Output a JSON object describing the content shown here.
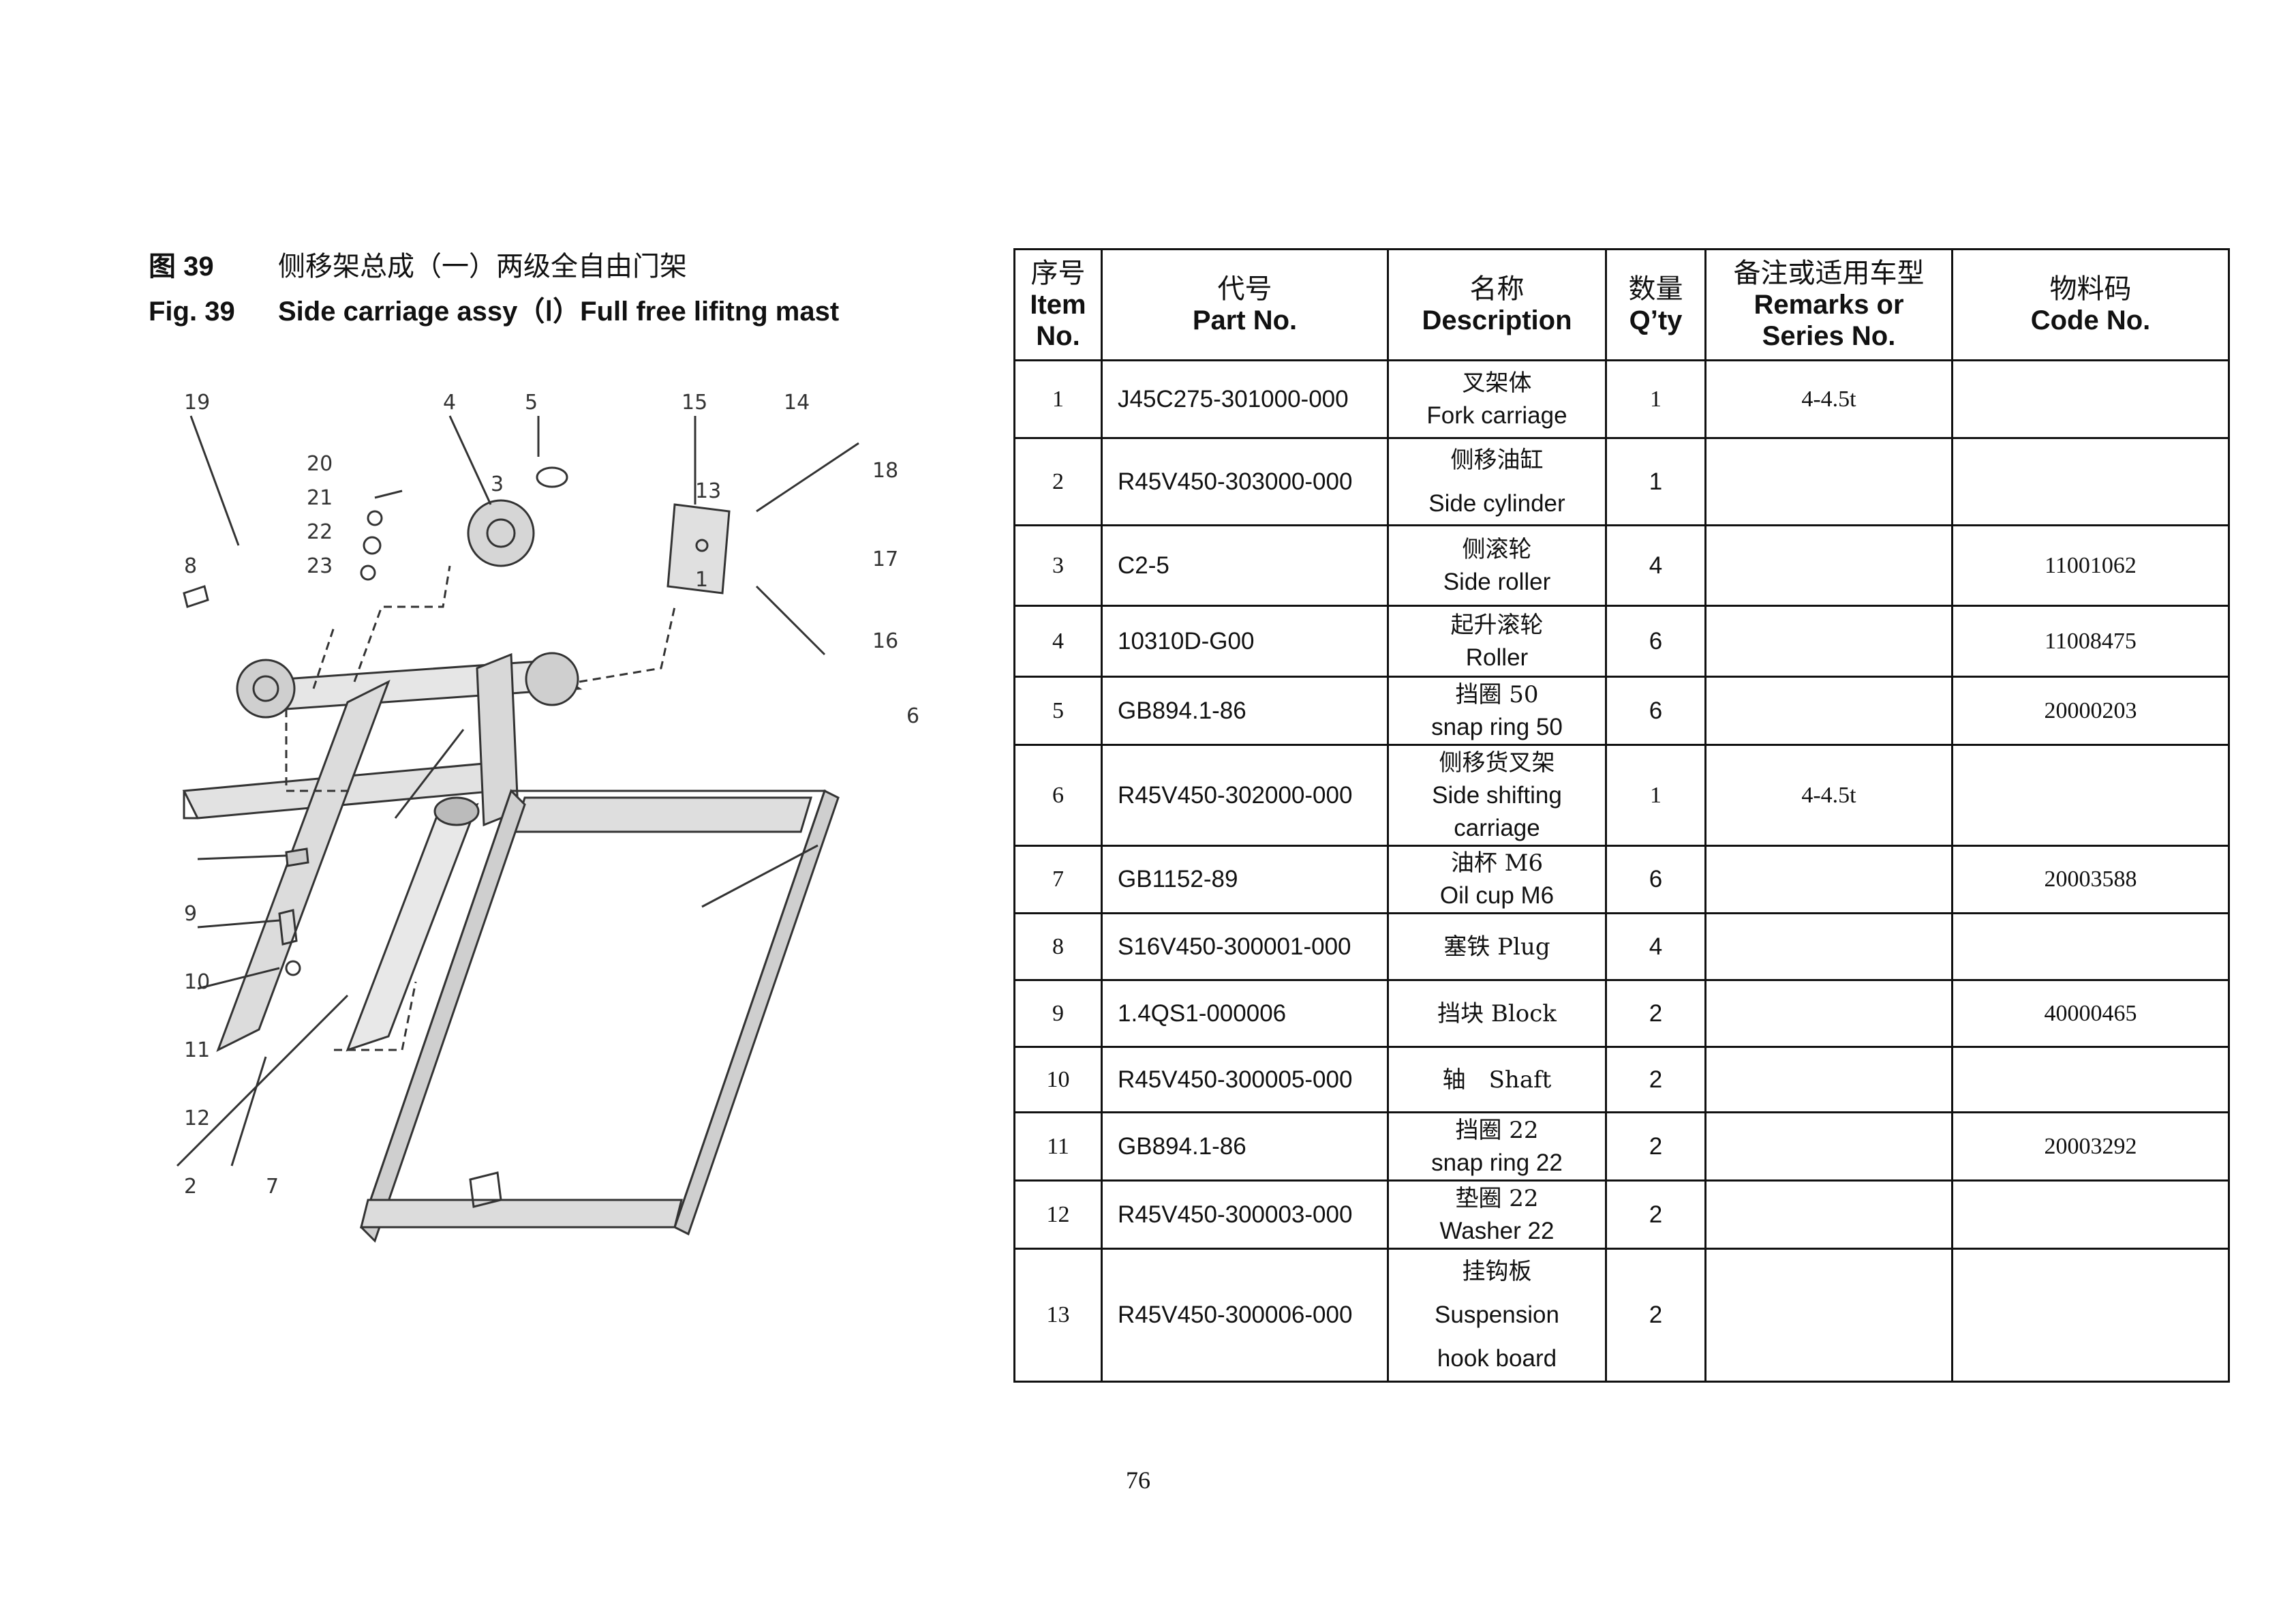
{
  "figure": {
    "cn_label": "图 39",
    "cn_title": "侧移架总成（一）两级全自由门架",
    "en_label": "Fig. 39",
    "en_title": "Side carriage assy（Ⅰ）Full free lifitng mast",
    "callouts": [
      "19",
      "4",
      "5",
      "15",
      "14",
      "20",
      "21",
      "22",
      "23",
      "3",
      "13",
      "18",
      "8",
      "17",
      "16",
      "1",
      "6",
      "9",
      "10",
      "11",
      "12",
      "2",
      "7"
    ]
  },
  "table": {
    "headers": [
      {
        "cn": "序号",
        "en1": "Item",
        "en2": "No."
      },
      {
        "cn": "代号",
        "en1": "Part No.",
        "en2": ""
      },
      {
        "cn": "名称",
        "en1": "Description",
        "en2": ""
      },
      {
        "cn": "数量",
        "en1": "Q’ty",
        "en2": ""
      },
      {
        "cn": "备注或适用车型",
        "en1": "Remarks or",
        "en2": "Series No."
      },
      {
        "cn": "物料码",
        "en1": "Code No.",
        "en2": ""
      }
    ],
    "rows": [
      {
        "item": "1",
        "part": "J45C275-301000-000",
        "desc_cn": "叉架体",
        "desc_en": "Fork carriage",
        "qty": "1",
        "remarks": "4-4.5t",
        "code": ""
      },
      {
        "item": "2",
        "part": "R45V450-303000-000",
        "desc_cn": "侧移油缸",
        "desc_en": "Side cylinder",
        "qty": "1",
        "remarks": "",
        "code": ""
      },
      {
        "item": "3",
        "part": "C2-5",
        "desc_cn": "侧滚轮",
        "desc_en": "Side roller",
        "qty": "4",
        "remarks": "",
        "code": "11001062"
      },
      {
        "item": "4",
        "part": "10310D-G00",
        "desc_cn": "起升滚轮",
        "desc_en": "Roller",
        "qty": "6",
        "remarks": "",
        "code": "11008475"
      },
      {
        "item": "5",
        "part": "GB894.1-86",
        "desc_cn": "挡圈 50",
        "desc_en": "snap ring 50",
        "qty": "6",
        "remarks": "",
        "code": "20000203"
      },
      {
        "item": "6",
        "part": "R45V450-302000-000",
        "desc_cn": "侧移货叉架",
        "desc_en": "Side shifting carriage",
        "qty": "1",
        "remarks": "4-4.5t",
        "code": ""
      },
      {
        "item": "7",
        "part": "GB1152-89",
        "desc_cn": "油杯 M6",
        "desc_en": "Oil cup M6",
        "qty": "6",
        "remarks": "",
        "code": "20003588"
      },
      {
        "item": "8",
        "part": "S16V450-300001-000",
        "desc_inline": "塞铁 Plug",
        "qty": "4",
        "remarks": "",
        "code": ""
      },
      {
        "item": "9",
        "part": "1.4QS1-000006",
        "desc_inline": "挡块 Block",
        "qty": "2",
        "remarks": "",
        "code": "40000465"
      },
      {
        "item": "10",
        "part": "R45V450-300005-000",
        "desc_inline": "轴　Shaft",
        "qty": "2",
        "remarks": "",
        "code": ""
      },
      {
        "item": "11",
        "part": "GB894.1-86",
        "desc_cn": "挡圈 22",
        "desc_en": "snap ring 22",
        "qty": "2",
        "remarks": "",
        "code": "20003292"
      },
      {
        "item": "12",
        "part": "R45V450-300003-000",
        "desc_cn": "垫圈 22",
        "desc_en": "Washer 22",
        "qty": "2",
        "remarks": "",
        "code": ""
      },
      {
        "item": "13",
        "part": "R45V450-300006-000",
        "desc_cn": "挂钩板",
        "desc_en": "Suspension hook board",
        "qty": "2",
        "remarks": "",
        "code": ""
      }
    ]
  },
  "page_number": "76"
}
